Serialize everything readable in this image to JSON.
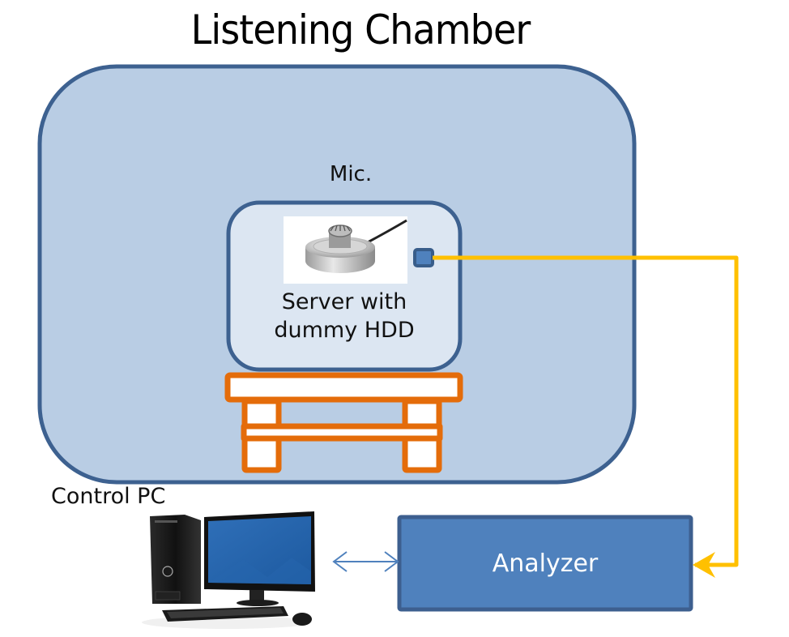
{
  "title": "Listening Chamber",
  "labels": {
    "mic": "Mic.",
    "server_line1": "Server with",
    "server_line2": "dummy HDD",
    "control_pc": "Control PC",
    "analyzer": "Analyzer"
  },
  "colors": {
    "chamber_fill": "#b9cde4",
    "chamber_stroke": "#3d6190",
    "server_fill": "#dce6f2",
    "server_stroke": "#3d6190",
    "stand_stroke": "#e46c0a",
    "stand_fill": "#ffffff",
    "analyzer_fill": "#4f81bd",
    "analyzer_stroke": "#3d5f8f",
    "cable": "#ffc000",
    "connector_fill": "#4f81bd",
    "connector_stroke": "#385d8a",
    "link_arrow": "#4f81bd"
  },
  "icons": {
    "microphone": "microphone-photo",
    "computer": "desktop-computer-photo"
  },
  "connections": [
    {
      "from": "microphone",
      "to": "analyzer",
      "style": "cable-arrow"
    },
    {
      "from": "control_pc",
      "to": "analyzer",
      "style": "bidirectional-arrow"
    }
  ]
}
